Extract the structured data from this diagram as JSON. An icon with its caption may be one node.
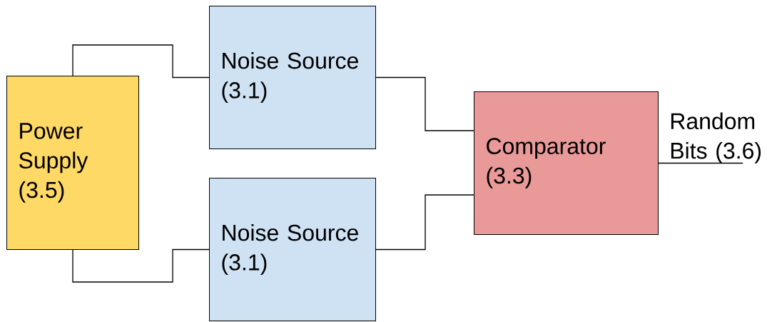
{
  "diagram": {
    "nodes": [
      {
        "text": [
          "Power Supply (3.5)"
        ]
      },
      {
        "text": [
          "Noise Source (3.1)"
        ]
      },
      {
        "text": [
          "Noise Source (3.1)"
        ]
      },
      {
        "text": [
          "Comparator (3.3)"
        ]
      },
      {
        "text": [
          "Random Bits (3.6)"
        ]
      }
    ],
    "edges": [
      {
        "from": 0,
        "to": 1,
        "arrow": "none"
      },
      {
        "from": 0,
        "to": 2,
        "arrow": "none"
      },
      {
        "from": 1,
        "to": 3,
        "arrow": "none"
      },
      {
        "from": 2,
        "to": 3,
        "arrow": "none"
      },
      {
        "from": 3,
        "to": 4,
        "arrow": "none"
      }
    ]
  }
}
